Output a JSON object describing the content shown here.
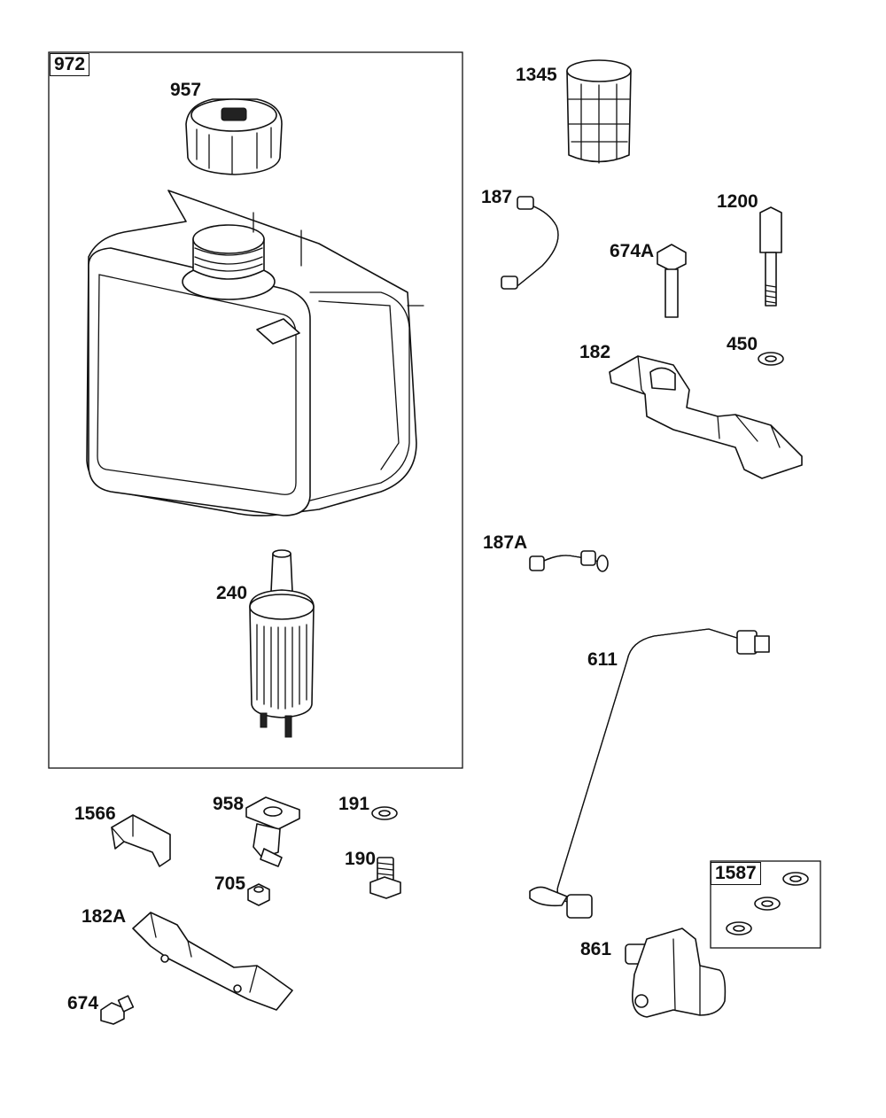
{
  "diagram": {
    "labels": {
      "l972": "972",
      "l957": "957",
      "l240": "240",
      "l1345": "1345",
      "l187": "187",
      "l674A": "674A",
      "l1200": "1200",
      "l182": "182",
      "l450": "450",
      "l187A": "187A",
      "l611": "611",
      "l1566": "1566",
      "l958": "958",
      "l191": "191",
      "l190": "190",
      "l705": "705",
      "l182A": "182A",
      "l674": "674",
      "l1587": "1587",
      "l861": "861"
    }
  }
}
